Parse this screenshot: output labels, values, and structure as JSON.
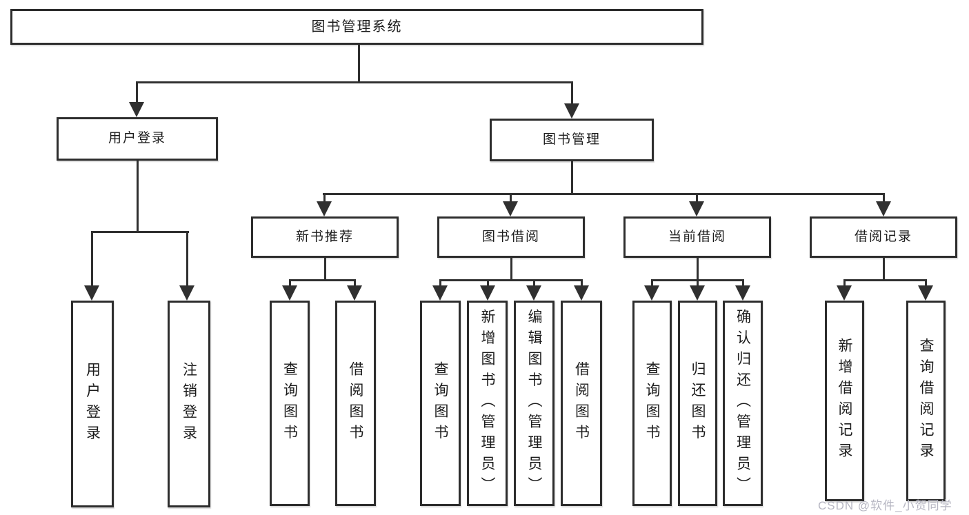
{
  "diagram": {
    "root": {
      "label": "图书管理系统"
    },
    "level2": {
      "user_login": "用户登录",
      "book_management": "图书管理"
    },
    "level3": [
      "新书推荐",
      "图书借阅",
      "当前借阅",
      "借阅记录"
    ],
    "leaves": {
      "g1": [
        "用户登录",
        "注销登录"
      ],
      "g2": [
        "查询图书",
        "借阅图书"
      ],
      "g3": [
        "查询图书",
        "新增图书（管理员）",
        "编辑图书（管理员）",
        "借阅图书"
      ],
      "g4": [
        "查询图书",
        "归还图书",
        "确认归还（管理员）"
      ],
      "g5": [
        "新增借阅记录",
        "查询借阅记录"
      ]
    }
  },
  "watermark": {
    "text": "CSDN @软件_小贺同学"
  },
  "colors": {
    "line": "#303030",
    "box_border": "#2d2d2d",
    "text": "#1c1c1c",
    "watermark": "#b6b6c2",
    "background": "#ffffff"
  }
}
